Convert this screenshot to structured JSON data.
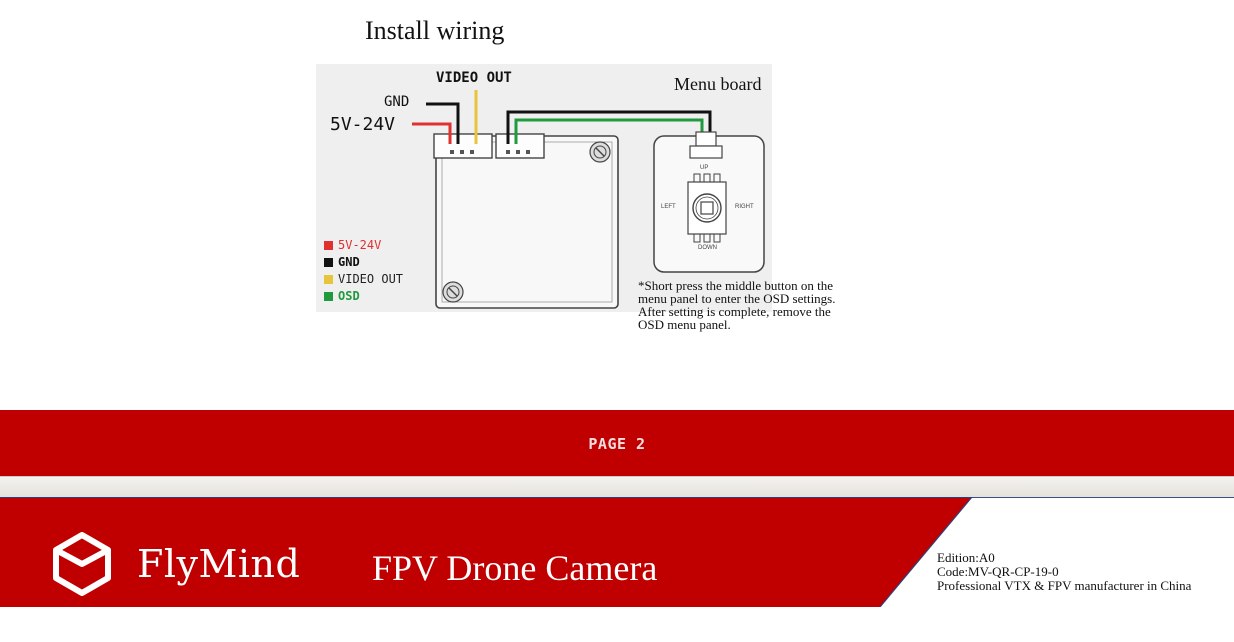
{
  "section": {
    "title": "Install wiring"
  },
  "diagram": {
    "wire_labels": {
      "video_out": "VIDEO OUT",
      "gnd": "GND",
      "power": "5V-24V"
    },
    "legend": [
      {
        "label": "5V-24V",
        "color": "#e03030"
      },
      {
        "label": "GND",
        "color": "#111111"
      },
      {
        "label": "VIDEO OUT",
        "color": "#e8c43a"
      },
      {
        "label": "OSD",
        "color": "#1f9a3c"
      }
    ],
    "menu_board": {
      "label": "Menu board",
      "buttons": {
        "up": "UP",
        "left": "LEFT",
        "right": "RIGHT",
        "down": "DOWN"
      }
    },
    "note_lines": [
      "*Short press the middle button on the",
      "menu panel to enter the OSD settings.",
      "After setting is complete, remove the",
      "OSD menu panel."
    ]
  },
  "page": {
    "label": "PAGE 2"
  },
  "footer": {
    "brand": "FlyMind",
    "product": "FPV Drone Camera",
    "edition": "Edition:A0",
    "code": "Code:MV-QR-CP-19-0",
    "tagline": "Professional VTX & FPV manufacturer in China"
  },
  "colors": {
    "brand_red": "#c00000",
    "wire_red": "#e03030",
    "wire_yellow": "#e8c43a",
    "wire_green": "#1f9a3c"
  }
}
